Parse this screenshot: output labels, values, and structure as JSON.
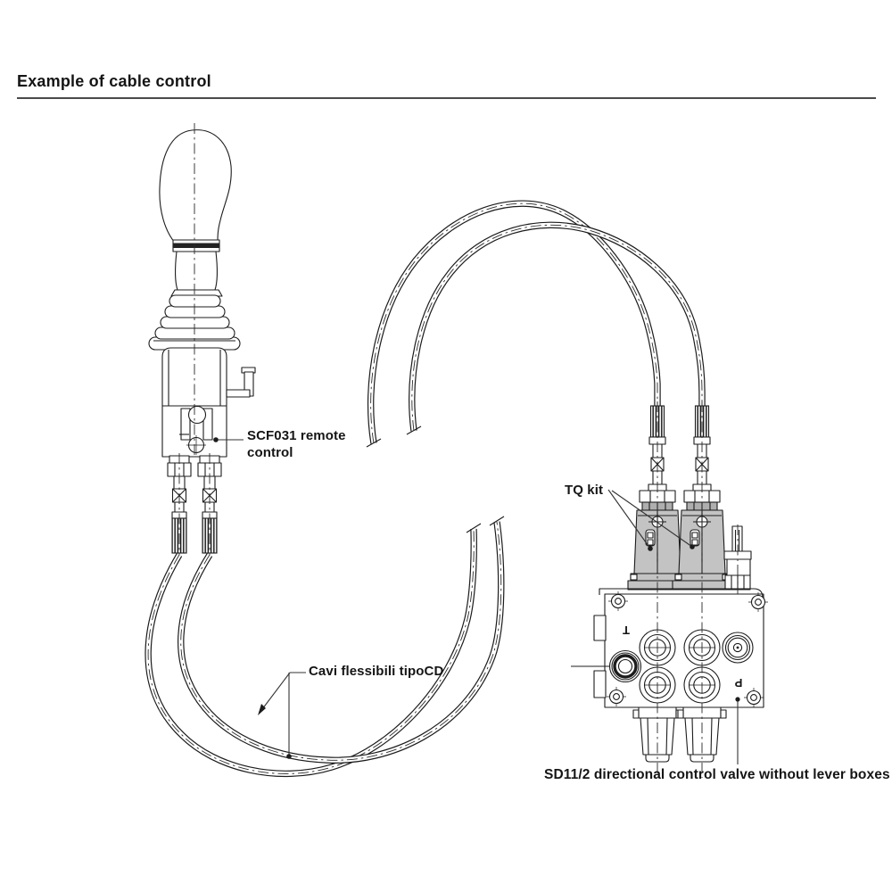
{
  "page": {
    "title": "Example of cable control"
  },
  "labels": {
    "remote_control_line1": "SCF031 remote",
    "remote_control_line2": "control",
    "tq_kit": "TQ kit",
    "flexible_cables": "Cavi flessibili tipoCD",
    "valve_caption": "SD11/2 directional control valve without lever boxes"
  },
  "valve": {
    "port_tank": "T",
    "port_pressure": "P"
  },
  "colors": {
    "line": "#1c1c1c",
    "component_gray": "#c3c3c3",
    "rule": "#4a4a4a"
  }
}
